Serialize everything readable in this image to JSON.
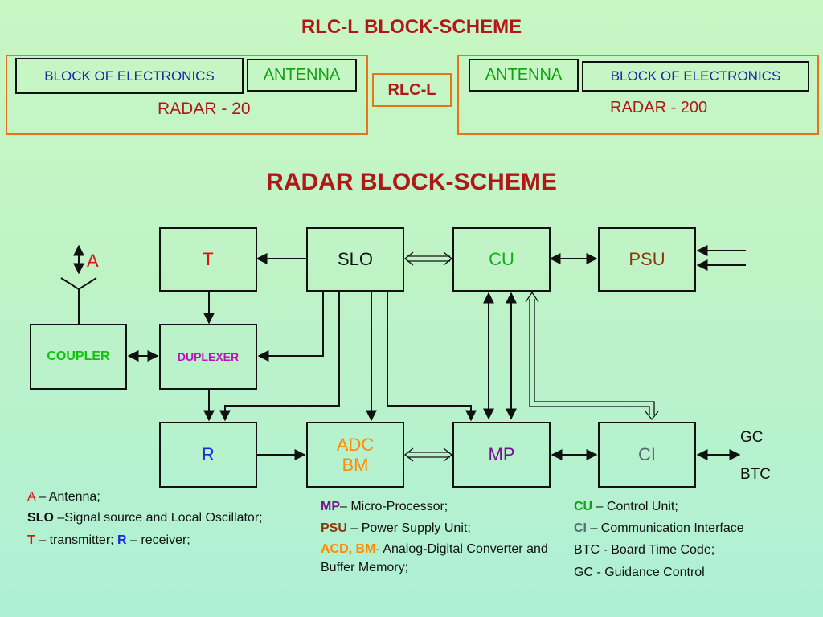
{
  "top": {
    "title": "RLC-L BLOCK-SCHEME",
    "left": {
      "electronics": "BLOCK OF ELECTRONICS",
      "antenna": "ANTENNA",
      "name": "RADAR - 20"
    },
    "center": "RLC-L",
    "right": {
      "antenna": "ANTENNA",
      "electronics": "BLOCK OF ELECTRONICS",
      "name": "RADAR - 200"
    }
  },
  "radar": {
    "title": "RADAR BLOCK-SCHEME",
    "blocks": {
      "T": "T",
      "SLO": "SLO",
      "CU": "CU",
      "PSU": "PSU",
      "COUPLER": "COUPLER",
      "DUPLEXER": "DUPLEXER",
      "R": "R",
      "ADC": "ADC",
      "BM": "BM",
      "MP": "MP",
      "CI": "CI"
    },
    "antenna_label": "A",
    "gc": "GC",
    "btc": "BTC"
  },
  "legend": {
    "a_key": "A",
    "a_text": " – Antenna;",
    "slo_key": "SLO",
    "slo_text": " –Signal source and Local Oscillator;",
    "t_key": "T",
    "t_text": " – transmitter; ",
    "r_key": "R",
    "r_text": " – receiver;",
    "mp_key": "MP",
    "mp_text": "– Micro-Processor;",
    "psu_key": "PSU",
    "psu_text": " – Power Supply Unit;",
    "acd_key": "ACD, BM-",
    "acd_text": " Analog-Digital Converter and Buffer Memory;",
    "cu_key": "CU",
    "cu_text": " – Control Unit;",
    "ci_key": "CI",
    "ci_text": " – Communication Interface",
    "btc_line": "BTC - Board Time Code;",
    "gc_line": "GC - Guidance Control"
  },
  "colors": {
    "title": "#b01818",
    "frame": "#e8741a",
    "blue": "#1a2aa8",
    "red": "#e01010",
    "green": "#12b012",
    "brown": "#8a3a0a",
    "magenta": "#c010c0",
    "orange": "#ff8c00",
    "purple": "#7a1090",
    "gray": "#5a6a7a"
  }
}
